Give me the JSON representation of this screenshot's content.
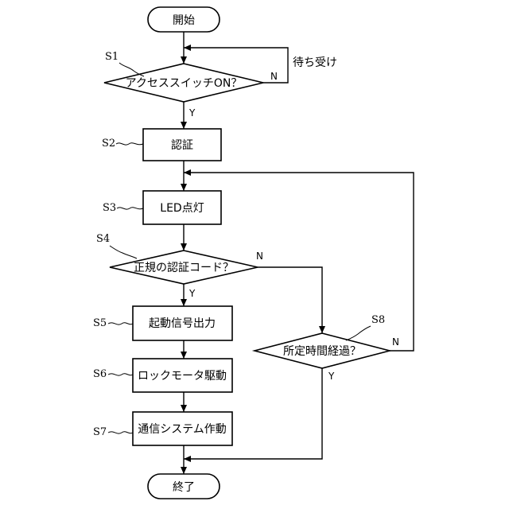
{
  "nodes": {
    "start": "開始",
    "s1": "アクセススイッチON？",
    "s2": "認証",
    "s3": "LED点灯",
    "s4": "正規の認証コード？",
    "s5": "起動信号出力",
    "s6": "ロックモータ駆動",
    "s7": "通信システム作動",
    "s8": "所定時間経過？",
    "end": "終了"
  },
  "steps": {
    "s1": "S1",
    "s2": "S2",
    "s3": "S3",
    "s4": "S4",
    "s5": "S5",
    "s6": "S6",
    "s7": "S7",
    "s8": "S8"
  },
  "edges": {
    "s1_no": "N",
    "s1_yes": "Y",
    "s1_loop_note": "待ち受け",
    "s4_no": "N",
    "s4_yes": "Y",
    "s8_no": "N",
    "s8_yes": "Y"
  }
}
